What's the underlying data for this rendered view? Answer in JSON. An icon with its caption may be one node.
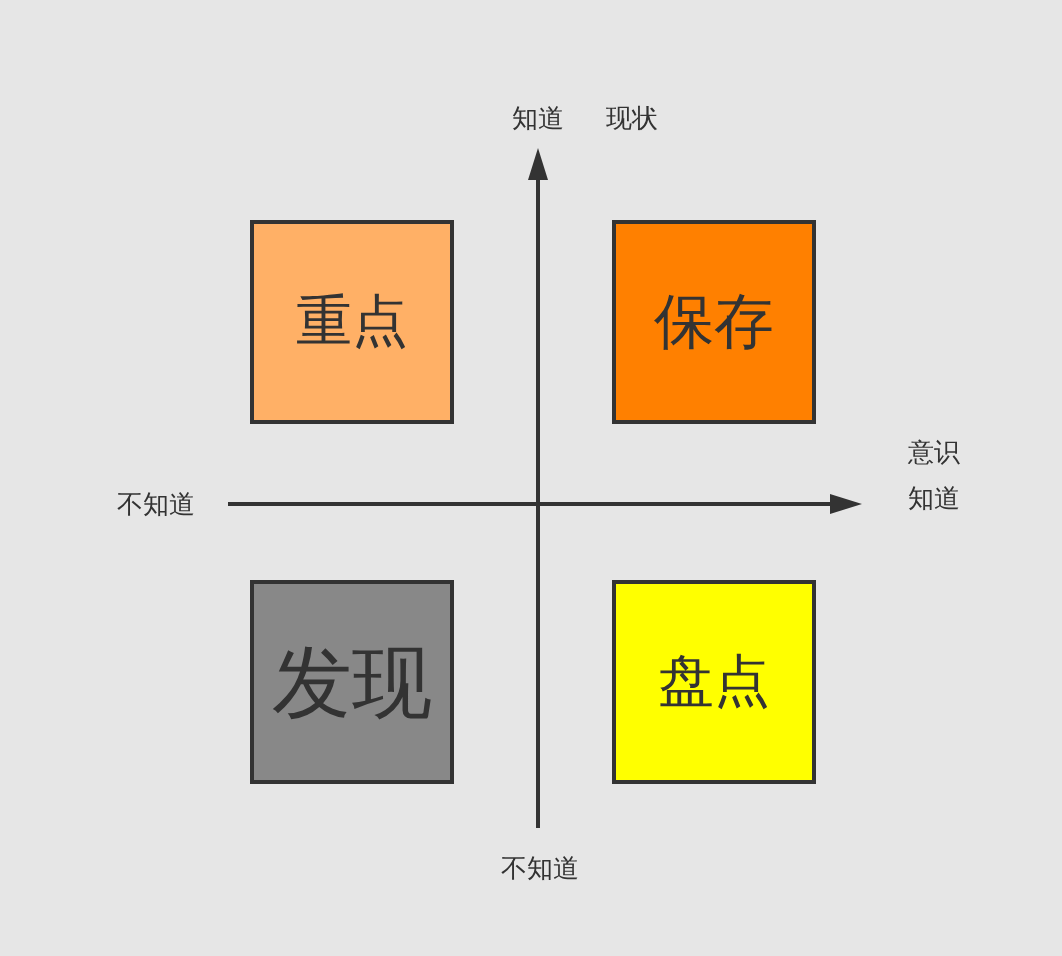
{
  "diagram": {
    "nodes": [
      {
        "text": [
          "重点"
        ]
      },
      {
        "text": [
          "保存"
        ]
      },
      {
        "text": [
          "发现"
        ]
      },
      {
        "text": [
          "盘点"
        ]
      }
    ],
    "labels": [
      "知道",
      "现状",
      "意识",
      "不知道",
      "知道",
      "不知道"
    ]
  }
}
